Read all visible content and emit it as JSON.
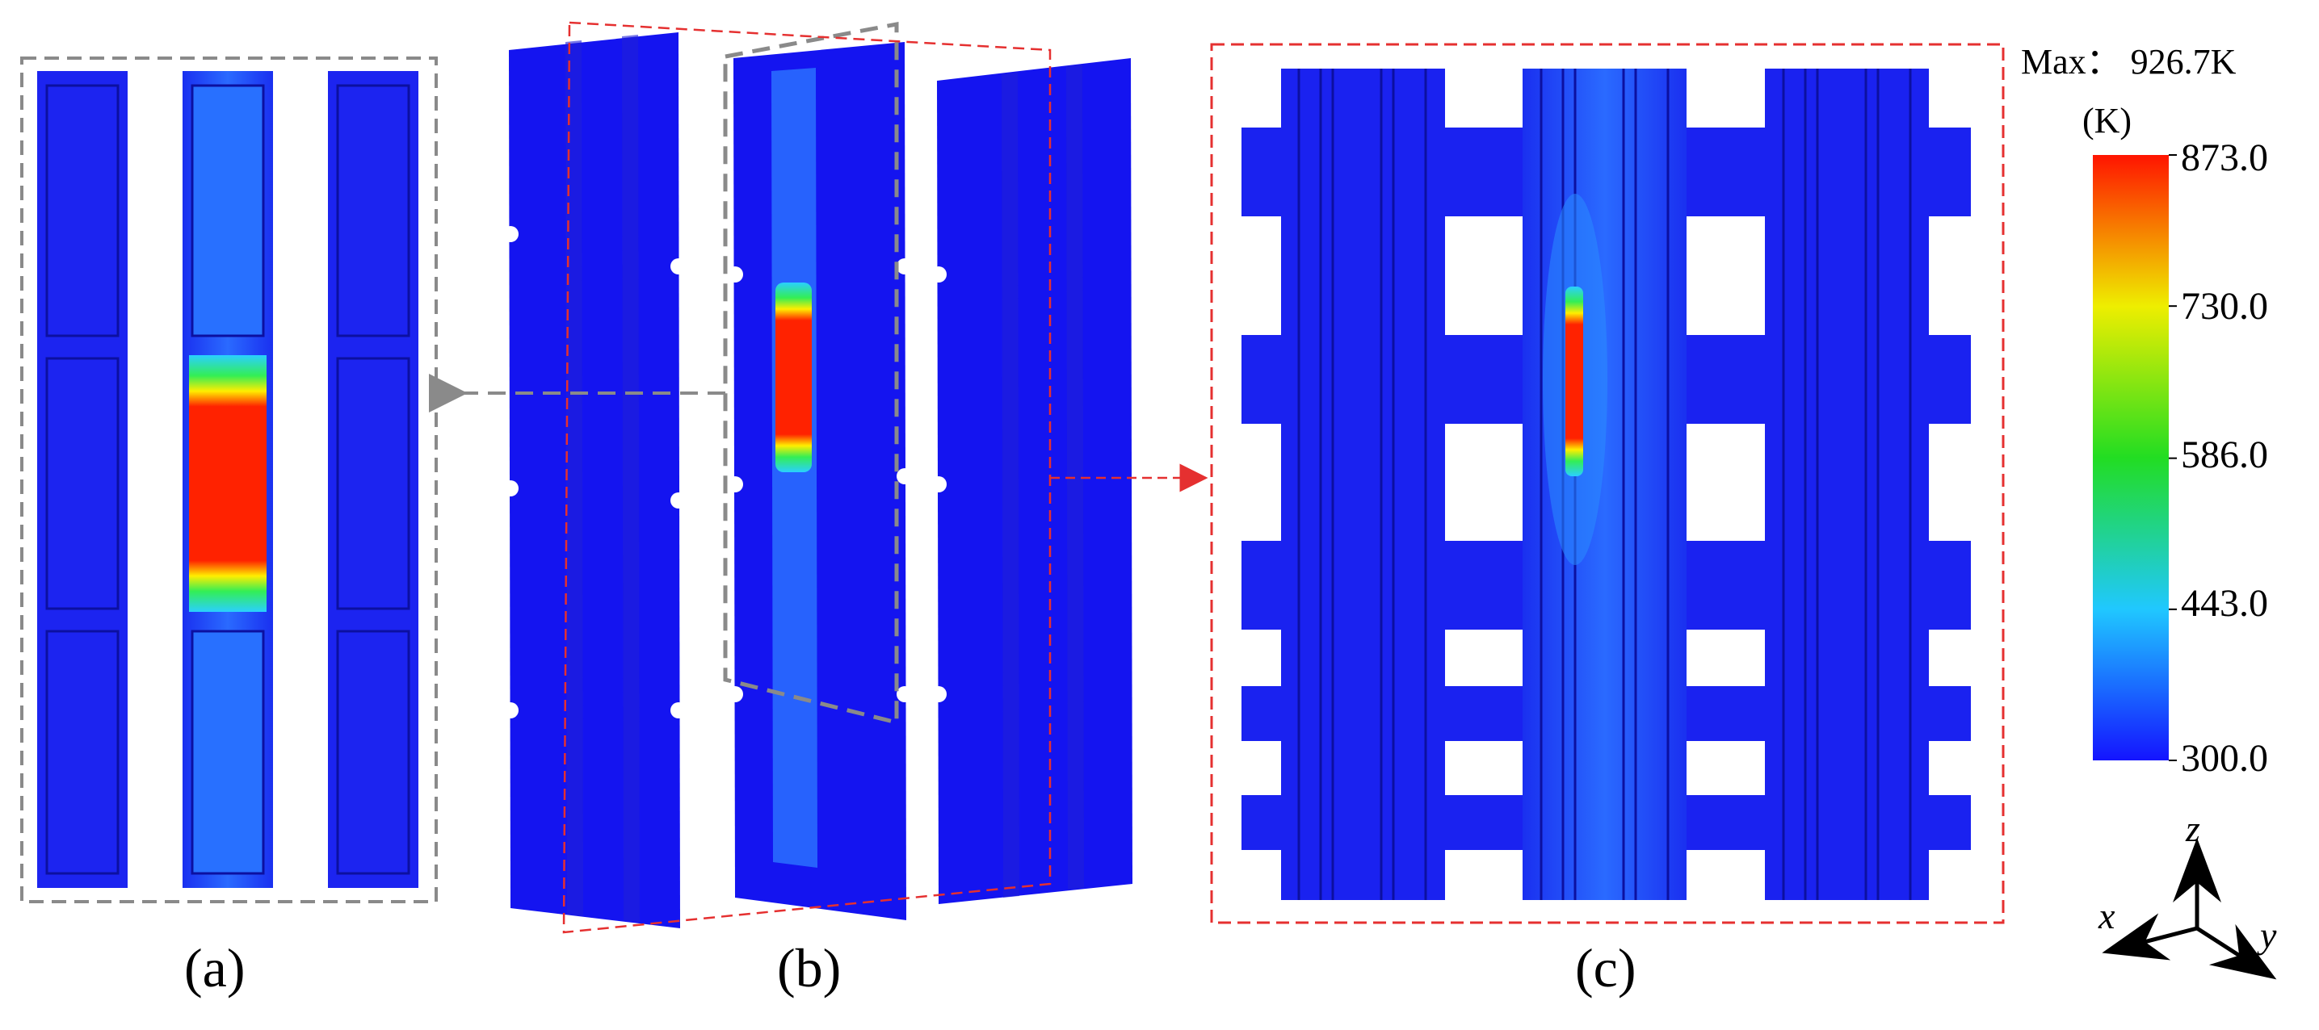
{
  "panels": {
    "a_label": "(a)",
    "b_label": "(b)",
    "c_label": "(c)"
  },
  "colorbar": {
    "max_label": "Max： 926.7K",
    "unit": "(K)",
    "ticks": [
      "873.0",
      "730.0",
      "586.0",
      "443.0",
      "300.0"
    ],
    "tick_values": [
      873.0,
      730.0,
      586.0,
      443.0,
      300.0
    ],
    "range": [
      300.0,
      873.0
    ],
    "max_value": 926.7,
    "colors": [
      "#1a1aff",
      "#1ec8ff",
      "#22e020",
      "#f0f000",
      "#ff1a00"
    ]
  },
  "axes": {
    "z": "z",
    "x": "x",
    "y": "y"
  },
  "colors": {
    "cold_blue": "#1a1aef",
    "hot_red": "#ff0000",
    "dashed_gray": "#8a8a8a",
    "dashed_red": "#e53030"
  }
}
